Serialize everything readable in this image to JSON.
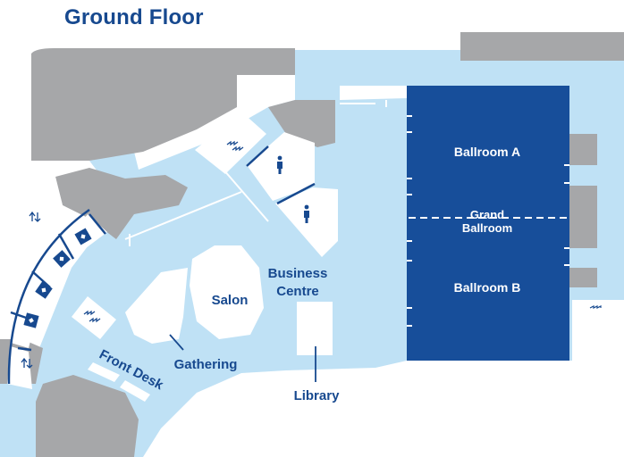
{
  "title": "Ground Floor",
  "colors": {
    "title": "#17498f",
    "corridor": "#bfe1f5",
    "building": "#a6a7a9",
    "room": "#ffffff",
    "ballroom": "#174e9a",
    "label": "#17498f",
    "icon": "#17498f"
  },
  "rooms": {
    "ballroom_a": "Ballroom A",
    "grand_ballroom_line1": "Grand",
    "grand_ballroom_line2": "Ballroom",
    "ballroom_b": "Ballroom B",
    "salon": "Salon",
    "business_centre_line1": "Business",
    "business_centre_line2": "Centre",
    "gathering": "Gathering",
    "library": "Library",
    "front_desk": "Front Desk"
  },
  "icons": {
    "stairs": "stairs-icon",
    "elevator": "elevator-icon",
    "restroom": "restroom-icon"
  }
}
